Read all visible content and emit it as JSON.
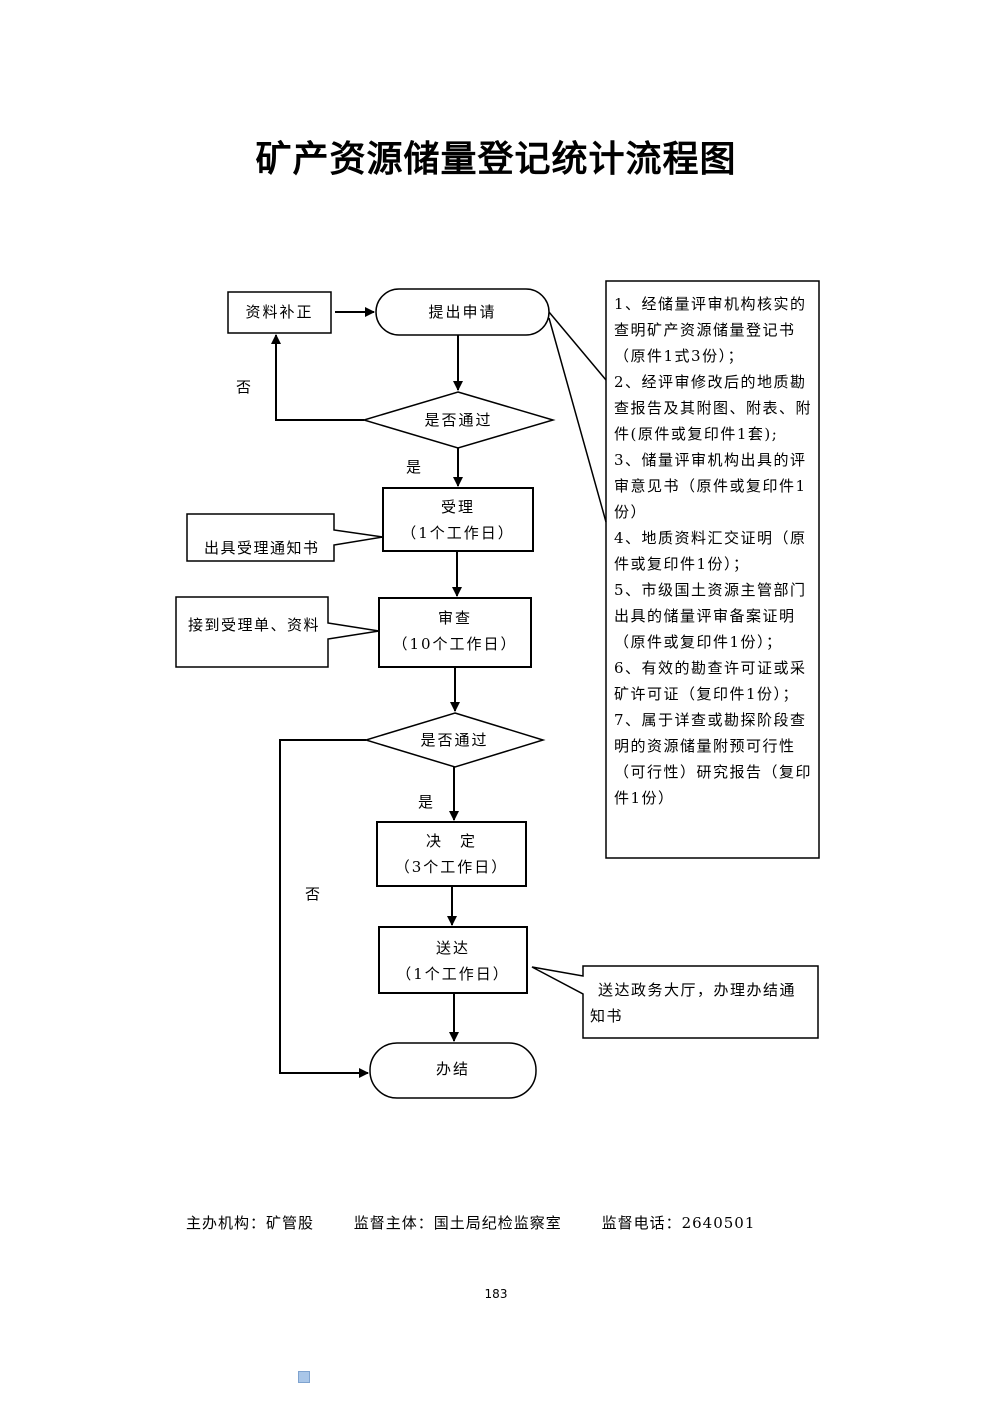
{
  "title": "矿产资源储量登记统计流程图",
  "nodes": {
    "submit": "提出申请",
    "supplement": "资料补正",
    "decision1": "是否通过",
    "accept_title": "受理",
    "accept_time": "（1个工作日）",
    "review_title": "审查",
    "review_time": "（10个工作日）",
    "decision2": "是否通过",
    "decide_title": "决　定",
    "decide_time": "（3个工作日）",
    "deliver_title": "送达",
    "deliver_time": "（1个工作日）",
    "done": "办结"
  },
  "labels": {
    "no1": "否",
    "yes1": "是",
    "yes2": "是",
    "no2": "否"
  },
  "callouts": {
    "accept_notice": "出具受理通知书",
    "review_input": "接到受理单、资料",
    "deliver_note": "送达政务大厅，办理办结通知书"
  },
  "requirements": [
    "1、经储量评审机构核实的查明矿产资源储量登记书（原件1式3份）；",
    "2、经评审修改后的地质勘查报告及其附图、附表、附件(原件或复印件1套);",
    "3、储量评审机构出具的评审意见书（原件或复印件1份）",
    "4、地质资料汇交证明（原件或复印件1份）；",
    "5、市级国土资源主管部门出具的储量评审备案证明（原件或复印件1份）；",
    "6、有效的勘查许可证或采矿许可证（复印件1份）；",
    "7、属于详查或勘探阶段查明的资源储量附预可行性（可行性）研究报告（复印件1份）"
  ],
  "footer": {
    "organizer": "主办机构：矿管股",
    "supervisor": "监督主体：国土局纪检监察室",
    "phone": "监督电话：2640501"
  },
  "page_number": "183"
}
